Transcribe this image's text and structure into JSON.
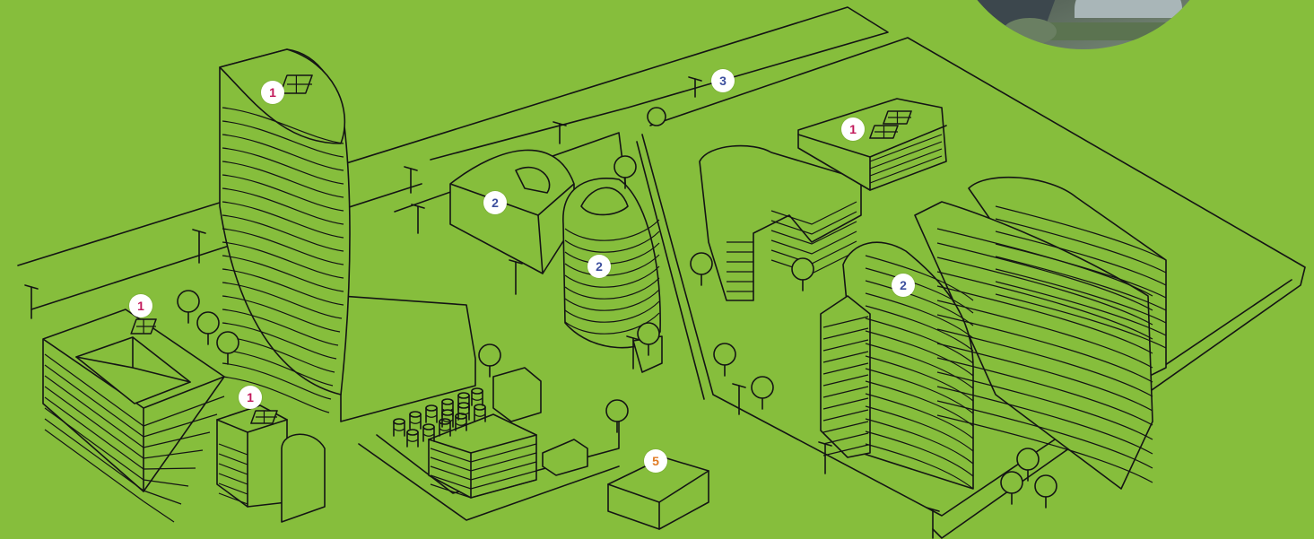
{
  "theme": {
    "background": "#86be3c",
    "line_color": "#141414",
    "marker_background": "#ffffff"
  },
  "photo_inset": {
    "icon": "aerial-photo"
  },
  "markers": [
    {
      "name": "marker-tower-roof-solar",
      "label": "1",
      "color": "#c2185b",
      "icon": "solar-panel-icon"
    },
    {
      "name": "marker-lowrise-roof-solar",
      "label": "1",
      "color": "#c2185b",
      "icon": "solar-panel-icon"
    },
    {
      "name": "marker-small-block-roof-solar",
      "label": "1",
      "color": "#c2185b",
      "icon": "solar-panel-icon"
    },
    {
      "name": "marker-east-block-roof-solar",
      "label": "1",
      "color": "#c2185b",
      "icon": "solar-panel-icon"
    },
    {
      "name": "marker-center-block",
      "label": "2",
      "color": "#3d4f9e"
    },
    {
      "name": "marker-oval-building",
      "label": "2",
      "color": "#3d4f9e"
    },
    {
      "name": "marker-curved-complex",
      "label": "2",
      "color": "#3d4f9e"
    },
    {
      "name": "marker-street-lights",
      "label": "3",
      "color": "#3d4f9e",
      "icon": "street-light-icon"
    },
    {
      "name": "marker-substation",
      "label": "5",
      "color": "#e07b25"
    }
  ]
}
